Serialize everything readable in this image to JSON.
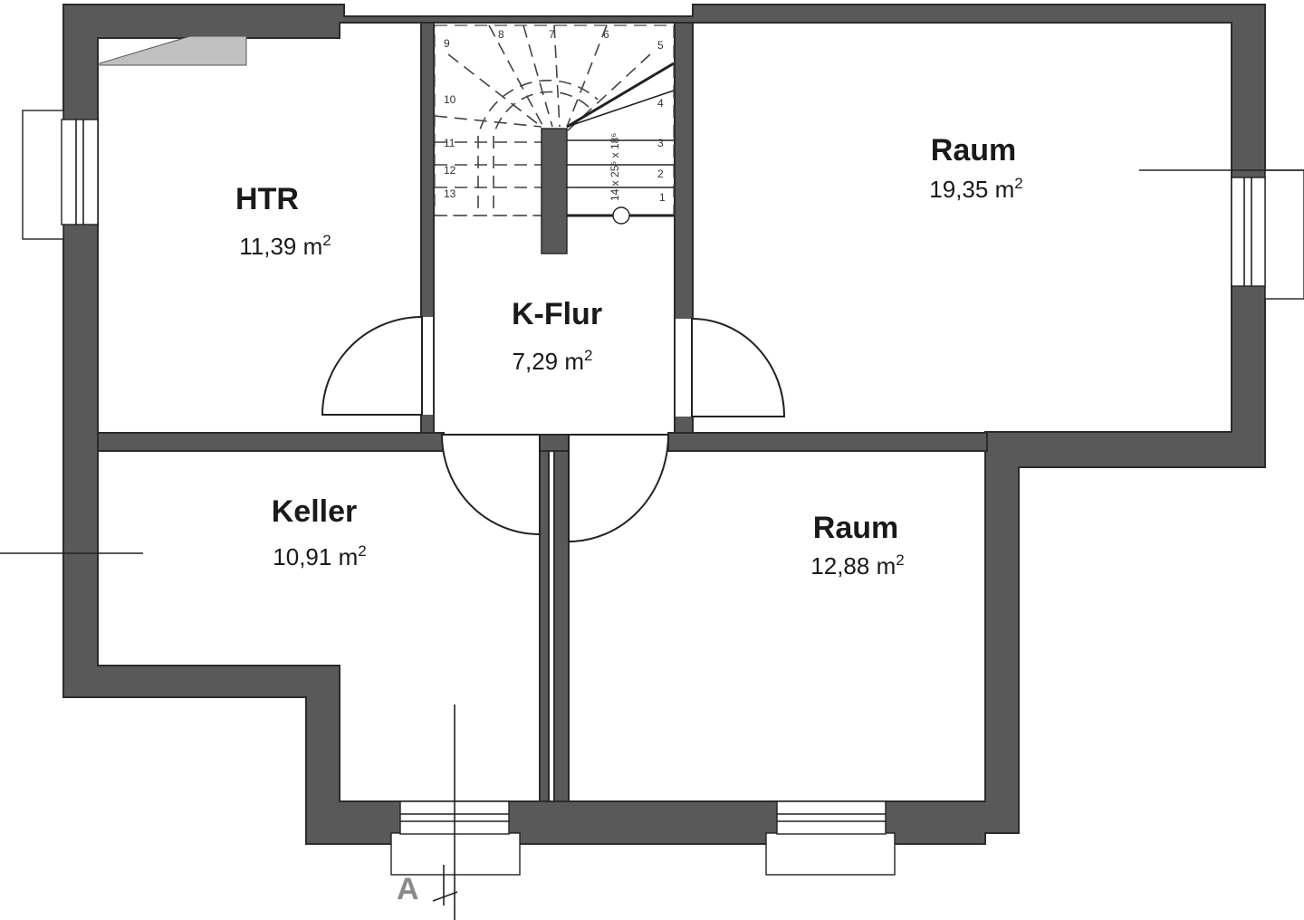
{
  "rooms": {
    "htr": {
      "name": "HTR",
      "area": "11,39 m",
      "sup": "2"
    },
    "kflur": {
      "name": "K-Flur",
      "area": "7,29 m",
      "sup": "2"
    },
    "raum_top": {
      "name": "Raum",
      "area": "19,35 m",
      "sup": "2"
    },
    "keller": {
      "name": "Keller",
      "area": "10,91 m",
      "sup": "2"
    },
    "raum_bot": {
      "name": "Raum",
      "area": "12,88 m",
      "sup": "2"
    }
  },
  "stair": {
    "steps_right": [
      "1",
      "2",
      "3",
      "4",
      "5"
    ],
    "steps_top": [
      "6",
      "7",
      "8",
      "9"
    ],
    "steps_left": [
      "10",
      "11",
      "12",
      "13"
    ],
    "note": "14 x 25⁵ x 18⁶"
  },
  "section_marker": "A",
  "colors": {
    "wall": "#595959",
    "wall_edge": "#2b2b2b",
    "line": "#222222",
    "hatch": "#c0c0c0"
  }
}
